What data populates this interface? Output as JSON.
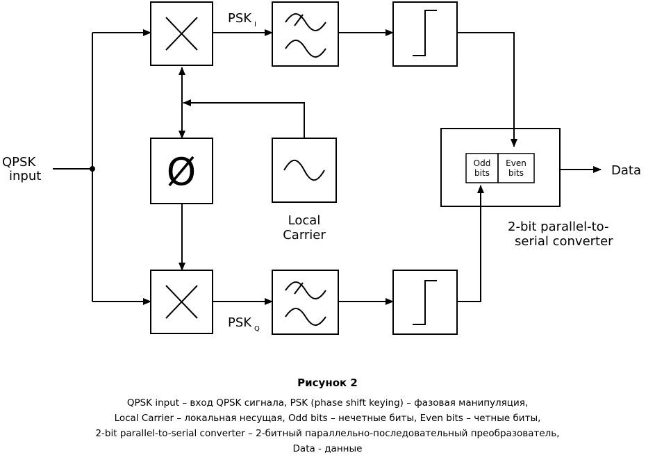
{
  "diagram": {
    "labels": {
      "qpsk_input_line1": "QPSK",
      "qpsk_input_line2": "input",
      "psk_i": "PSK",
      "psk_i_sub": "I",
      "psk_q": "PSK",
      "psk_q_sub": "Q",
      "local_carrier_line1": "Local",
      "local_carrier_line2": "Carrier",
      "odd_bits_line1": "Odd",
      "odd_bits_line2": "bits",
      "even_bits_line1": "Even",
      "even_bits_line2": "bits",
      "converter_line1": "2-bit parallel-to-",
      "converter_line2": "serial converter",
      "data_output": "Data",
      "phase_shifter_symbol": "Ø"
    }
  },
  "caption": {
    "title": "Рисунок 2",
    "lines": [
      "QPSK input – вход QPSK сигнала, PSK (phase shift keying) – фазовая манипуляция,",
      "Local Carrier – локальная несущая, Odd bits – нечетные биты, Even bits – четные биты,",
      "2-bit parallel-to-serial converter – 2-битный параллельно-последовательный преобразователь,",
      "Data - данные"
    ]
  }
}
